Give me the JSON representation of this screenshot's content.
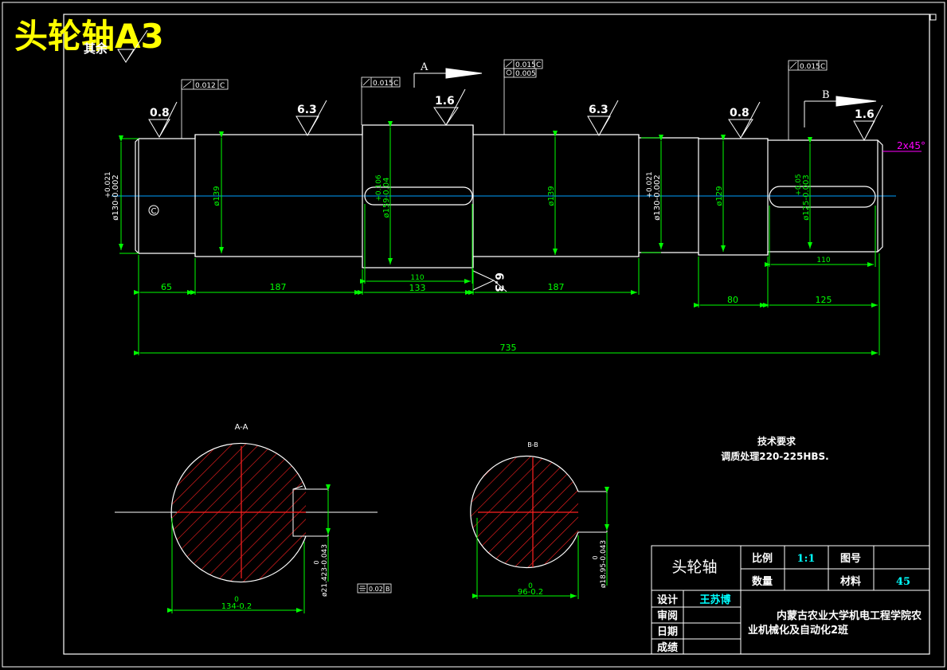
{
  "header": {
    "title": "头轮轴A3",
    "other_finish": "其余"
  },
  "colors": {
    "outline": "#ffffff",
    "dimension": "#00ff00",
    "center": "#00a0ff",
    "section": "#ff2020",
    "highlight": "#00ffff",
    "title": "#ffff00",
    "chamfer": "#ff00ff"
  },
  "section_marks": {
    "a": "A",
    "b": "B"
  },
  "tolerance_frames": {
    "t1": {
      "value": "0.012",
      "datum": "C"
    },
    "t2": {
      "value": "0.015",
      "datum": "C"
    },
    "t3": {
      "value": "0.015",
      "datum": "C",
      "value2": "0.005"
    },
    "t4": {
      "value": "0.015",
      "datum": "C"
    },
    "t5": {
      "value": "0.02",
      "datum": "B"
    }
  },
  "roughness": {
    "r1": "0.8",
    "r2": "6.3",
    "r3": "1.6",
    "r4": "6.3",
    "r5": "0.8",
    "r6": "1.6",
    "r7": "6.3"
  },
  "datum_c": "C",
  "chamfer": "2x45°",
  "diameters": {
    "d1": "ø130-0.002",
    "d1_tol": "+0.021",
    "d2": "ø139",
    "d3": "ø159-0.04",
    "d3_tol": "+0.106",
    "d4": "ø139",
    "d5": "ø130-0.002",
    "d5_tol": "+0.021",
    "d6": "ø129",
    "d7": "ø125-0.003",
    "d7_tol": "+0.05"
  },
  "lengths": {
    "l1": "65",
    "l2": "187",
    "key1": "110",
    "l3": "133",
    "l4": "187",
    "l5": "80",
    "key2": "110",
    "l6": "125",
    "total": "735"
  },
  "section_aa": {
    "title": "A-A",
    "width": "134-0.2",
    "width_tol": "0",
    "key": "ø21.423-0.043",
    "key_tol": "0"
  },
  "section_bb": {
    "title": "B-B",
    "width": "96-0.2",
    "width_tol": "0",
    "key": "ø18.95-0.043",
    "key_tol": "0"
  },
  "requirements": {
    "heading": "技术要求",
    "line1": "调质处理220-225HBS."
  },
  "title_block": {
    "part_name": "头轮轴",
    "scale_label": "比例",
    "scale_value": "1:1",
    "drawing_no_label": "图号",
    "qty_label": "数量",
    "material_label": "材料",
    "material_value": "45",
    "design_label": "设计",
    "designer": "王苏博",
    "review_label": "审阅",
    "date_label": "日期",
    "grade_label": "成绩",
    "school_line1": "内蒙古农业大学机电工程学院农",
    "school_line2": "业机械化及自动化2班"
  }
}
